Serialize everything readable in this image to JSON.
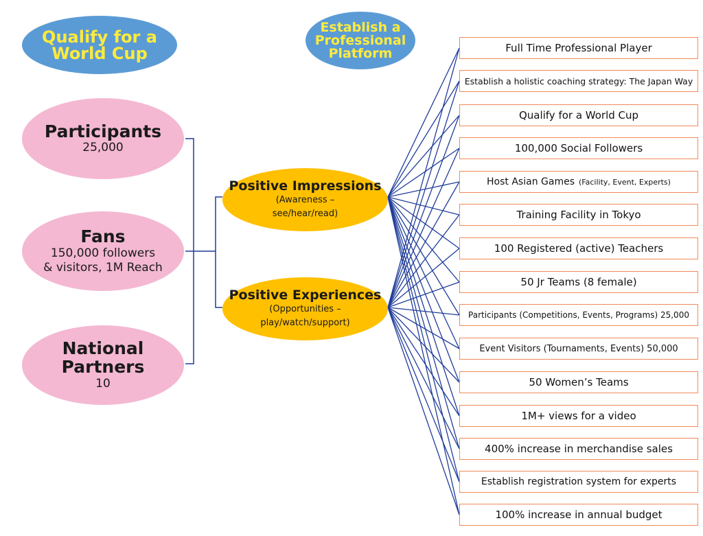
{
  "goals": [
    {
      "lines": [
        "Qualify for a",
        "World Cup"
      ]
    },
    {
      "lines": [
        "Establish a",
        "Professional",
        "Platform"
      ]
    }
  ],
  "inputs": [
    {
      "title": "Participants",
      "lines": [
        "25,000"
      ]
    },
    {
      "title": "Fans",
      "lines": [
        "150,000 followers",
        "& visitors, 1M Reach"
      ]
    },
    {
      "title": "National Partners",
      "lines": [
        "10"
      ]
    }
  ],
  "mediators": [
    {
      "title": "Positive Impressions",
      "lines": [
        "(Awareness –",
        "see/hear/read)"
      ]
    },
    {
      "title": "Positive Experiences",
      "lines": [
        "(Opportunities –",
        "play/watch/support)"
      ]
    }
  ],
  "outcomes": [
    {
      "label": "Full Time Professional Player"
    },
    {
      "label": "Establish a holistic coaching strategy: The Japan Way"
    },
    {
      "label": "Qualify for a World Cup"
    },
    {
      "label": "100,000 Social Followers"
    },
    {
      "label": "Host Asian Games",
      "note": "(Facility, Event, Experts)"
    },
    {
      "label": "Training Facility in Tokyo"
    },
    {
      "label": "100 Registered (active) Teachers"
    },
    {
      "label": "50 Jr Teams (8 female)"
    },
    {
      "label": "Participants (Competitions, Events, Programs) 25,000"
    },
    {
      "label": "Event Visitors (Tournaments, Events)  50,000"
    },
    {
      "label": "50 Women’s Teams"
    },
    {
      "label": "1M+ views for a video"
    },
    {
      "label": "400% increase in merchandise sales"
    },
    {
      "label": "Establish registration system for experts"
    },
    {
      "label": "100% increase in annual budget"
    }
  ],
  "colors": {
    "goal_fill": "#5b9bd5",
    "goal_text": "#ffeb3b",
    "input_fill": "#f4b8d2",
    "mediator_fill": "#ffc000",
    "outcome_border": "#f08a5a",
    "connector": "#1f3c99"
  }
}
